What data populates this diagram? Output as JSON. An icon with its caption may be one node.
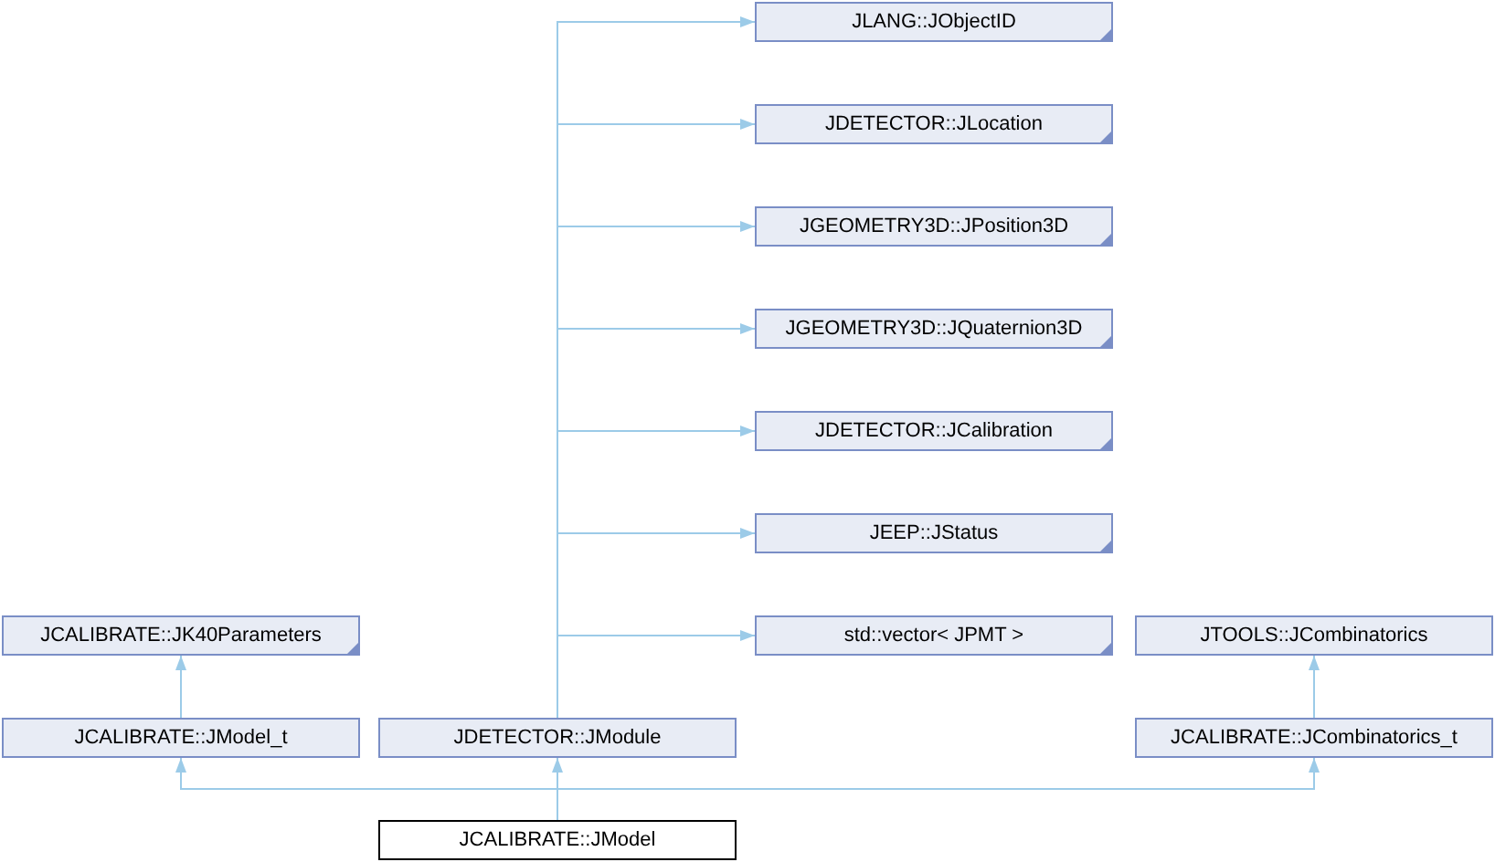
{
  "diagram": {
    "nodes": [
      {
        "text": [
          "JLANG::JObjectID"
        ]
      },
      {
        "text": [
          "JDETECTOR::JLocation"
        ]
      },
      {
        "text": [
          "JGEOMETRY3D::JPosition3D"
        ]
      },
      {
        "text": [
          "JGEOMETRY3D::JQuaternion3D"
        ]
      },
      {
        "text": [
          "JDETECTOR::JCalibration"
        ]
      },
      {
        "text": [
          "JEEP::JStatus"
        ]
      },
      {
        "text": [
          "JCALIBRATE::JK40Parameters"
        ]
      },
      {
        "text": [
          "std::vector< JPMT >"
        ]
      },
      {
        "text": [
          "JTOOLS::JCombinatorics"
        ]
      },
      {
        "text": [
          "JCALIBRATE::JModel_t"
        ]
      },
      {
        "text": [
          "JDETECTOR::JModule"
        ]
      },
      {
        "text": [
          "JCALIBRATE::JCombinatorics_t"
        ]
      },
      {
        "text": [
          "JCALIBRATE::JModel"
        ]
      }
    ],
    "edges": [
      {
        "from": 9,
        "to": 6,
        "arrow": "to"
      },
      {
        "from": 10,
        "to": 0,
        "arrow": "to"
      },
      {
        "from": 10,
        "to": 1,
        "arrow": "to"
      },
      {
        "from": 10,
        "to": 2,
        "arrow": "to"
      },
      {
        "from": 10,
        "to": 3,
        "arrow": "to"
      },
      {
        "from": 10,
        "to": 4,
        "arrow": "to"
      },
      {
        "from": 10,
        "to": 5,
        "arrow": "to"
      },
      {
        "from": 10,
        "to": 7,
        "arrow": "to"
      },
      {
        "from": 11,
        "to": 8,
        "arrow": "to"
      },
      {
        "from": 12,
        "to": 9,
        "arrow": "to"
      },
      {
        "from": 12,
        "to": 10,
        "arrow": "to"
      },
      {
        "from": 12,
        "to": 11,
        "arrow": "to"
      }
    ]
  }
}
